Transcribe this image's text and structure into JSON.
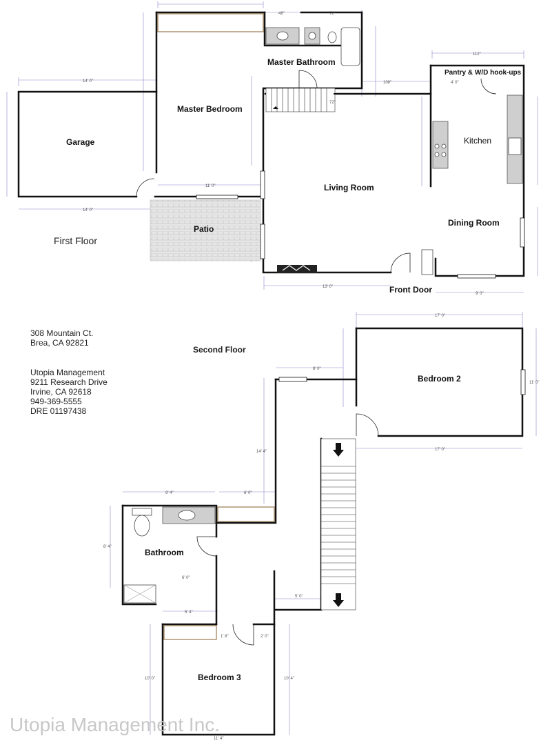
{
  "floors": {
    "first": "First Floor",
    "second": "Second Floor"
  },
  "rooms": {
    "master_bathroom": "Master Bathroom",
    "pantry": "Pantry & W/D hook-ups",
    "garage": "Garage",
    "master_bedroom": "Master Bedroom",
    "kitchen": "Kitchen",
    "living_room": "Living Room",
    "patio": "Patio",
    "dining_room": "Dining Room",
    "front_door": "Front Door",
    "bedroom2": "Bedroom 2",
    "bathroom": "Bathroom",
    "bedroom3": "Bedroom 3"
  },
  "address": {
    "line1": "308 Mountain Ct.",
    "line2": "Brea, CA 92821"
  },
  "company": {
    "name": "Utopia Management",
    "street": "9211 Research Drive",
    "city": "Irvine, CA 92618",
    "phone": "949-369-5555",
    "dre": "DRE 01197438"
  },
  "watermark": "Utopia Management Inc.",
  "dimensions": {
    "d48": "48\"",
    "d72a": "72\"",
    "d112": "112\"",
    "d14_0a": "14' 0\"",
    "d14_0b": "14' 0\"",
    "d11_0": "11' 0\"",
    "d108": "108\"",
    "d72b": "72\"",
    "d4_0": "4' 0\"",
    "d13_0": "13' 0\"",
    "d9_0": "9' 0\"",
    "d17_0a": "17' 0\"",
    "d17_0b": "17' 0\"",
    "d11_0v": "11' 0\"",
    "d8_0": "8' 0\"",
    "d14_4": "14' 4\"",
    "d9_4": "9' 4\"",
    "d6_0a": "6' 0\"",
    "d8_4": "8' 4\"",
    "d6_0b": "6' 0\"",
    "d5_4": "5' 4\"",
    "d5_0": "5' 0\"",
    "d1_8": "1' 8\"",
    "d2_0": "2' 0\"",
    "d10_0": "10' 0\"",
    "d10_4": "10' 4\"",
    "d11_4": "11' 4\""
  }
}
